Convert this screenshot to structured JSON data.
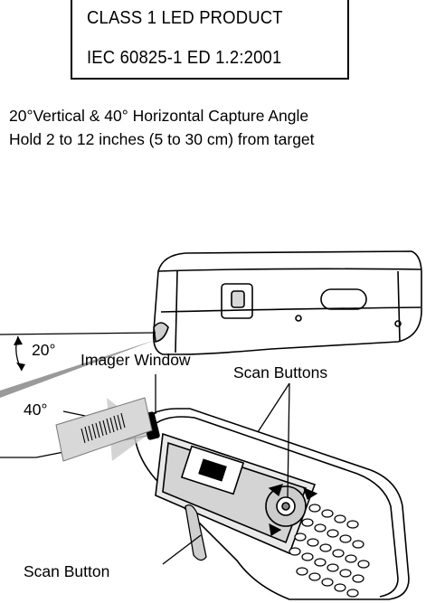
{
  "label": {
    "line1": "CLASS 1 LED PRODUCT",
    "line2": "IEC 60825-1 ED 1.2:2001"
  },
  "caption": {
    "line1": "20°Vertical & 40° Horizontal Capture Angle",
    "line2": "Hold 2 to 12 inches (5 to 30 cm) from target"
  },
  "callouts": {
    "vertical_angle": "20°",
    "horizontal_angle": "40°",
    "imager_window": "Imager Window",
    "scan_buttons": "Scan Buttons",
    "scan_button": "Scan Button"
  }
}
